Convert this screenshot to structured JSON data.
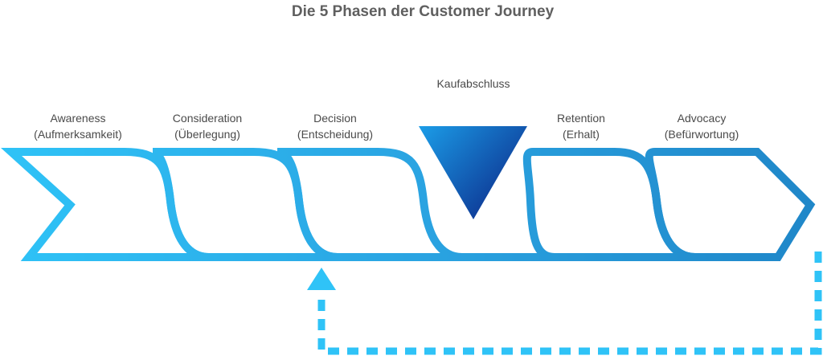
{
  "title": "Die 5 Phasen der Customer Journey",
  "center_label": "Kaufabschluss",
  "phases": [
    {
      "name": "Awareness",
      "subtitle": "(Aufmerksamkeit)"
    },
    {
      "name": "Consideration",
      "subtitle": "(Überlegung)"
    },
    {
      "name": "Decision",
      "subtitle": "(Entscheidung)"
    },
    {
      "name": "Retention",
      "subtitle": "(Erhalt)"
    },
    {
      "name": "Advocacy",
      "subtitle": "(Befürwortung)"
    }
  ],
  "colors": {
    "light_blue": "#2fc3f7",
    "mid_blue": "#2aa4e2",
    "dark_blue": "#1f86c8",
    "triangle_top": "#1b9be6",
    "triangle_bottom": "#0c2a8a",
    "text": "#4a4a4a",
    "title_text": "#5f5f5f"
  }
}
